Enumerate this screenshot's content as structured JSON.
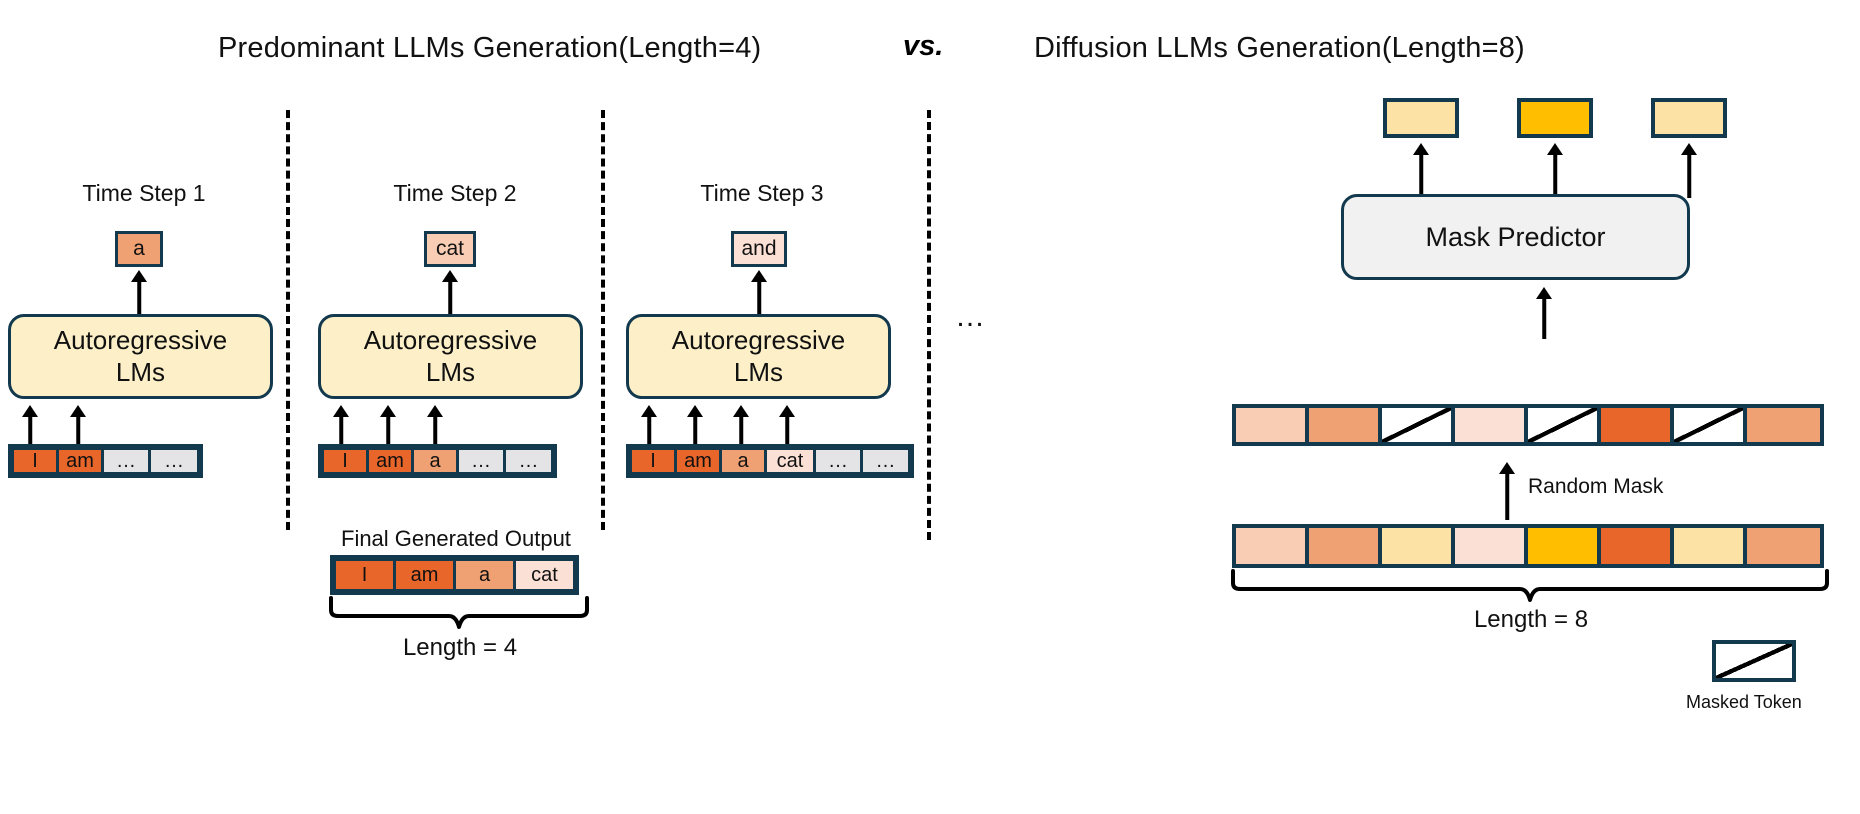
{
  "titles": {
    "left": "Predominant LLMs Generation(Length=4)",
    "vs": "vs.",
    "right": "Diffusion LLMs Generation(Length=8)"
  },
  "colors": {
    "outline": "#12394d",
    "block_fill_ar": "#fdf0c8",
    "block_fill_mask": "#f1f1f1",
    "orange_dark": "#e8662a",
    "orange_mid": "#f0a173",
    "orange_light": "#f8cdb4",
    "orange_pale": "#fbe0d6",
    "gold": "#ffbe00",
    "yellow_light": "#fde2a6",
    "gray": "#e4e4e6",
    "arrow": "#000000"
  },
  "autoregressive": {
    "block_label": "Autoregressive\nLMs",
    "block_label_line1": "Autoregressive",
    "block_label_line2": "LMs",
    "steps": [
      {
        "label": "Time Step 1",
        "output": {
          "text": "a",
          "color": "#f0a173"
        },
        "input_tokens": [
          {
            "text": "I",
            "color": "#e8662a",
            "has_arrow": true
          },
          {
            "text": "am",
            "color": "#e8662a",
            "has_arrow": true
          },
          {
            "text": "…",
            "color": "#e4e4e6",
            "has_arrow": false
          },
          {
            "text": "…",
            "color": "#e4e4e6",
            "has_arrow": false
          }
        ]
      },
      {
        "label": "Time Step 2",
        "output": {
          "text": "cat",
          "color": "#f8cdb4"
        },
        "input_tokens": [
          {
            "text": "I",
            "color": "#e8662a",
            "has_arrow": true
          },
          {
            "text": "am",
            "color": "#e8662a",
            "has_arrow": true
          },
          {
            "text": "a",
            "color": "#f0a173",
            "has_arrow": true
          },
          {
            "text": "…",
            "color": "#e4e4e6",
            "has_arrow": false
          },
          {
            "text": "…",
            "color": "#e4e4e6",
            "has_arrow": false
          }
        ]
      },
      {
        "label": "Time Step 3",
        "output": {
          "text": "and",
          "color": "#fbe0d6"
        },
        "input_tokens": [
          {
            "text": "I",
            "color": "#e8662a",
            "has_arrow": true
          },
          {
            "text": "am",
            "color": "#e8662a",
            "has_arrow": true
          },
          {
            "text": "a",
            "color": "#f0a173",
            "has_arrow": true
          },
          {
            "text": "cat",
            "color": "#f8cdb4",
            "has_arrow": true
          },
          {
            "text": "…",
            "color": "#e4e4e6",
            "has_arrow": false
          },
          {
            "text": "…",
            "color": "#e4e4e6",
            "has_arrow": false
          }
        ]
      }
    ],
    "ellipsis": "…",
    "final_output": {
      "label": "Final Generated Output",
      "tokens": [
        {
          "text": "I",
          "color": "#e8662a"
        },
        {
          "text": "am",
          "color": "#e8662a"
        },
        {
          "text": "a",
          "color": "#f0a173"
        },
        {
          "text": "cat",
          "color": "#fbe0d6"
        }
      ],
      "length_label": "Length = 4"
    }
  },
  "diffusion": {
    "predictor_label": "Mask Predictor",
    "predicted_outputs": [
      {
        "color": "#fde2a6"
      },
      {
        "color": "#ffbe00"
      },
      {
        "color": "#fde2a6"
      }
    ],
    "masked_sequence": [
      {
        "color": "#f8cdb4",
        "masked": false
      },
      {
        "color": "#f0a173",
        "masked": false
      },
      {
        "color": "#ffffff",
        "masked": true
      },
      {
        "color": "#fbe0d6",
        "masked": false
      },
      {
        "color": "#ffffff",
        "masked": true
      },
      {
        "color": "#e8662a",
        "masked": false
      },
      {
        "color": "#ffffff",
        "masked": true
      },
      {
        "color": "#f0a173",
        "masked": false
      }
    ],
    "random_mask_label": "Random Mask",
    "full_sequence": [
      {
        "color": "#f8cdb4"
      },
      {
        "color": "#f0a173"
      },
      {
        "color": "#fde2a6"
      },
      {
        "color": "#fbe0d6"
      },
      {
        "color": "#ffbe00"
      },
      {
        "color": "#e8662a"
      },
      {
        "color": "#fde2a6"
      },
      {
        "color": "#f0a173"
      }
    ],
    "length_label": "Length = 8",
    "legend": {
      "label": "Masked Token"
    }
  }
}
